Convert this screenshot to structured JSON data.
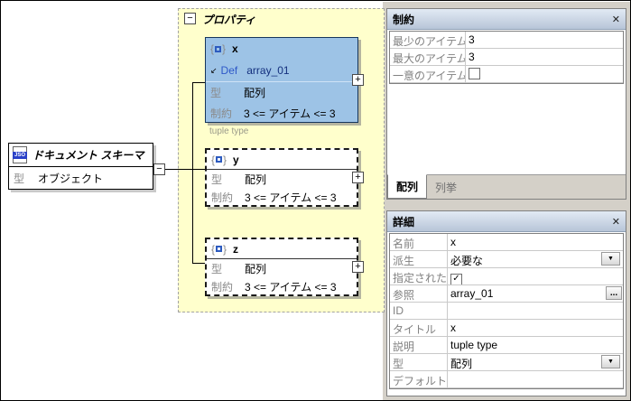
{
  "glyphs": {
    "collapse": "−",
    "expand": "+",
    "close": "✕",
    "dropdown": "▼",
    "ellipsis": "...",
    "check": "✓",
    "ref_arrow": "↙",
    "brace_open": "{",
    "brace_close": "}"
  },
  "colors": {
    "selected_node_bg": "#9DC3E6",
    "container_bg": "#FFFFCC",
    "titlebar_top": "#E2EAF4",
    "titlebar_bottom": "#B7C5D8",
    "label_gray": "#808080",
    "def_blue": "#2E58C8",
    "ref_navy": "#14307E",
    "dock_bg": "#D4D0C8"
  },
  "diagram": {
    "document_node": {
      "icon_label": "JSO",
      "title": "ドキュメント スキーマ",
      "type_label": "型",
      "type_value": "オブジェクト"
    },
    "container_label": "プロパティ",
    "nodes": [
      {
        "name": "x",
        "def_label": "Def",
        "def_value": "array_01",
        "type_label": "型",
        "type_value": "配列",
        "constraint_label": "制約",
        "constraint_value": "3 <= アイテム <= 3",
        "annotation": "tuple type",
        "selected": true
      },
      {
        "name": "y",
        "type_label": "型",
        "type_value": "配列",
        "constraint_label": "制約",
        "constraint_value": "3 <= アイテム <= 3"
      },
      {
        "name": "z",
        "type_label": "型",
        "type_value": "配列",
        "constraint_label": "制約",
        "constraint_value": "3 <= アイテム <= 3"
      }
    ]
  },
  "constraints_panel": {
    "title": "制約",
    "rows": [
      {
        "label": "最少のアイテム",
        "value": "3"
      },
      {
        "label": "最大のアイテム",
        "value": "3"
      },
      {
        "label": "一意のアイテム",
        "checked": false,
        "check_glyph": ""
      }
    ],
    "tabs": [
      {
        "label": "配列",
        "active": true
      },
      {
        "label": "列挙",
        "active": false
      }
    ]
  },
  "details_panel": {
    "title": "詳細",
    "rows": [
      {
        "label": "名前",
        "value": "x"
      },
      {
        "label": "派生",
        "value": "必要な",
        "control": "dropdown"
      },
      {
        "label": "指定された",
        "checked": true,
        "check_glyph": "✓"
      },
      {
        "label": "参照",
        "value": "array_01",
        "control": "ellipsis"
      },
      {
        "label": "ID",
        "value": ""
      },
      {
        "label": "タイトル",
        "value": "x"
      },
      {
        "label": "説明",
        "value": "tuple type"
      },
      {
        "label": "型",
        "value": "配列",
        "control": "dropdown"
      },
      {
        "label": "デフォルト",
        "value": ""
      }
    ]
  }
}
